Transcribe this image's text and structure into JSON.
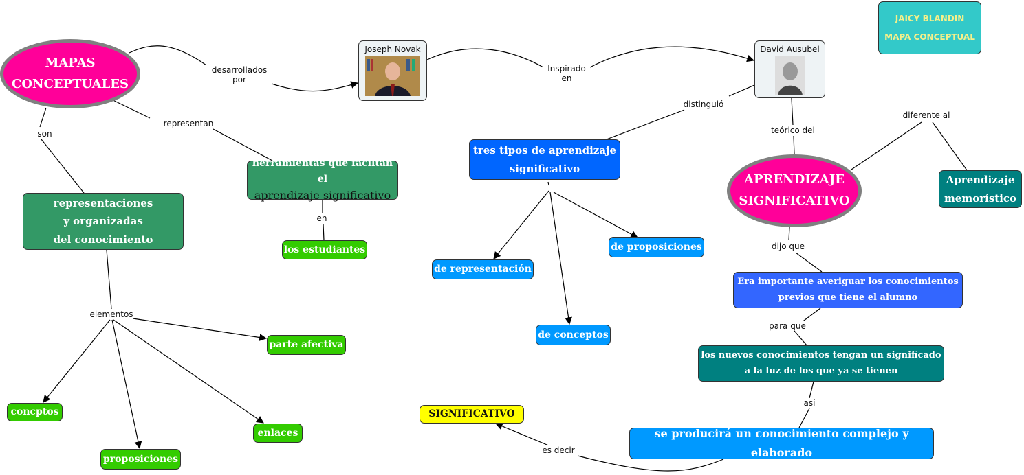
{
  "header": {
    "author": "JAICY BLANDIN",
    "subtitle": "MAPA CONCEPTUAL"
  },
  "concepts": {
    "mapas": [
      "MAPAS",
      "CONCEPTUALES"
    ],
    "novak": "Joseph Novak",
    "ausubel": "David Ausubel",
    "tres_tipos": [
      "tres tipos de aprendizaje",
      "significativo"
    ],
    "aprendizaje_sig": [
      "APRENDIZAJE",
      "SIGNIFICATIVO"
    ],
    "memoristico": [
      "Aprendizaje",
      "memorístico"
    ],
    "representaciones": [
      "representaciones",
      "y organizadas",
      "del conocimiento"
    ],
    "herramientas": [
      "herramientas que faciltan el",
      "aprendizaje significativo"
    ],
    "estudiantes": "los estudiantes",
    "proposiciones_tipo": "de proposiciones",
    "representacion": "de representación",
    "conceptos": "de conceptos",
    "era_importante": [
      "Era importante averiguar los conocimientos",
      "previos que tiene el alumno"
    ],
    "nuevos": [
      "los nuevos conocimientos tengan un significado",
      "a la luz de los que ya se tienen"
    ],
    "significativo": "SIGNIFICATIVO",
    "producira": "se producirá un conocimiento complejo y elaborado",
    "parte_afectiva": "parte afectiva",
    "concptos": "concptos",
    "proposiciones": "proposiciones",
    "enlaces": "enlaces"
  },
  "links": {
    "desarrollados": [
      "desarrollados",
      "por"
    ],
    "inspirado": [
      "Inspirado",
      "en"
    ],
    "distinguio": "distinguió",
    "teorico": "teórico del",
    "diferente": "diferente al",
    "son": "son",
    "representan": "representan",
    "en": "en",
    "elementos": "elementos",
    "dijo": "dijo que",
    "para": "para que",
    "asi": "así",
    "es_decir": "es decir"
  }
}
